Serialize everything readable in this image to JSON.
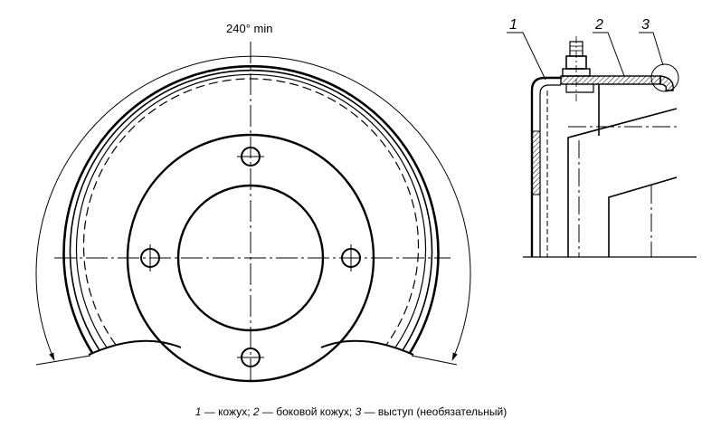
{
  "diagram": {
    "angle_label": "240° min",
    "callouts": [
      "1",
      "2",
      "3"
    ],
    "caption": {
      "items": [
        {
          "num": "1",
          "text": " — кожух; "
        },
        {
          "num": "2",
          "text": " — боковой кожух; "
        },
        {
          "num": "3",
          "text": " — выступ (необязательный)"
        }
      ]
    }
  }
}
